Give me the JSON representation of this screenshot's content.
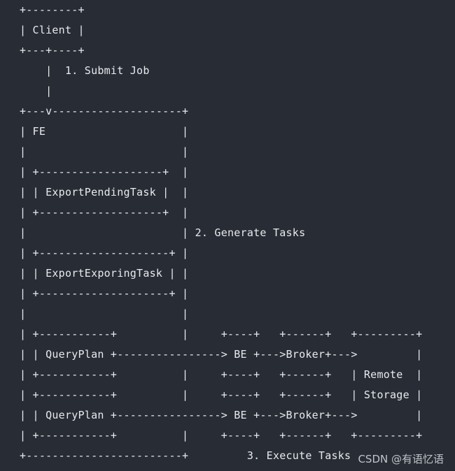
{
  "diagram": {
    "lines": [
      "+--------+",
      "| Client |",
      "+---+----+",
      "    |  1. Submit Job",
      "    |",
      "+---v--------------------+",
      "| FE                     |",
      "|                        |",
      "| +-------------------+  |",
      "| | ExportPendingTask |  |",
      "| +-------------------+  |",
      "|                        | 2. Generate Tasks",
      "| +--------------------+ |",
      "| | ExportExporingTask | |",
      "| +--------------------+ |",
      "|                        |",
      "| +-----------+          |     +----+   +------+   +---------+",
      "| | QueryPlan +----------------> BE +--->Broker+--->         |",
      "| +-----------+          |     +----+   +------+   | Remote  |",
      "| +-----------+          |     +----+   +------+   | Storage |",
      "| | QueryPlan +----------------> BE +--->Broker+--->         |",
      "| +-----------+          |     +----+   +------+   +---------+",
      "+------------------------+         3. Execute Tasks"
    ]
  },
  "watermark": {
    "text": "CSDN @有语忆语"
  }
}
